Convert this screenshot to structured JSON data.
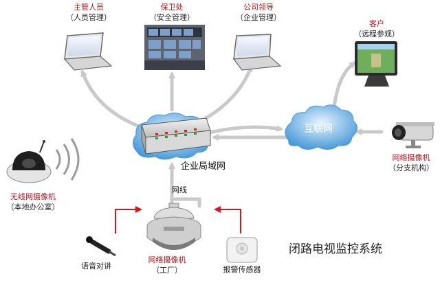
{
  "nodes": {
    "manager": {
      "title": "主管人员",
      "sub": "（人员管理）",
      "icon": "laptop-icon"
    },
    "security": {
      "title": "保卫处",
      "sub": "（安全管理）",
      "icon": "monitor-wall-photo"
    },
    "leader": {
      "title": "公司领导",
      "sub": "（企业管理）",
      "icon": "laptop-icon"
    },
    "client": {
      "title": "客户",
      "sub": "（远程参观）",
      "icon": "monitor-icon"
    },
    "internet": {
      "label": "互联网",
      "icon": "cloud-icon"
    },
    "lan": {
      "label": "企业局域网",
      "icon": "network-switch-icon"
    },
    "branch_camera": {
      "title": "网络摄像机",
      "sub": "（分支机构）",
      "icon": "bullet-camera-icon"
    },
    "wireless_camera": {
      "title": "无线网摄像机",
      "sub": "（本地办公室）",
      "icon": "dome-camera-icon"
    },
    "cable": {
      "label": "网线"
    },
    "factory_camera": {
      "title": "网络摄像机",
      "sub": "（工厂）",
      "icon": "ptz-camera-icon"
    },
    "intercom": {
      "label": "语音对讲",
      "icon": "microphone-icon"
    },
    "sensor": {
      "label": "报警传感器",
      "icon": "alarm-sensor-icon"
    }
  },
  "system_title": "闭路电视监控系统",
  "colors": {
    "arrow": "#c9c9c9",
    "red_text": "#b5121b",
    "cloud": "#5aa8de",
    "red_arrow": "#e0101a"
  }
}
